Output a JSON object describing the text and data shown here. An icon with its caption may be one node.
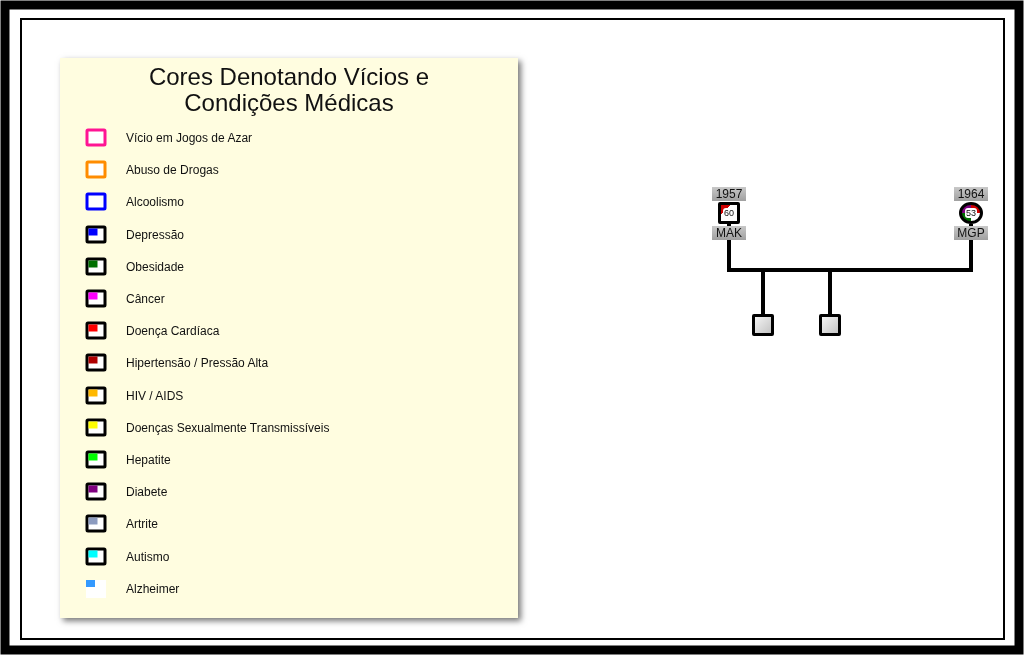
{
  "diagram": {
    "title": "Cores Denotando Vícios e Condições Médicas",
    "nodes": [
      {
        "text": [
          "60"
        ],
        "beside": [
          "1957",
          "MAK"
        ]
      },
      {
        "text": [
          "53"
        ],
        "beside": [
          "1964",
          "MGP"
        ]
      },
      {
        "text": [],
        "shape": "box"
      },
      {
        "text": [],
        "shape": "box"
      }
    ],
    "edges": [
      {
        "from": 0,
        "to": 1,
        "arrow": "none"
      },
      {
        "from": 0,
        "to": 2,
        "arrow": "none"
      },
      {
        "from": 0,
        "to": 3,
        "arrow": "none"
      },
      {
        "from": 1,
        "to": 2,
        "arrow": "none"
      },
      {
        "from": 1,
        "to": 3,
        "arrow": "none"
      }
    ],
    "legend": [
      {
        "text": "Vício em Jogos de Azar",
        "color": "#ff1493"
      },
      {
        "text": "Abuso de Drogas",
        "color": "#ff8c00"
      },
      {
        "text": "Alcoolismo",
        "color": "#0000ff"
      },
      {
        "text": "Depressão",
        "color": "#0000ff"
      },
      {
        "text": "Obesidade",
        "color": "#007000"
      },
      {
        "text": "Câncer",
        "color": "#ff00ff"
      },
      {
        "text": "Doença Cardíaca",
        "color": "#ff0000"
      },
      {
        "text": "Hipertensão / Pressão Alta",
        "color": "#b00000"
      },
      {
        "text": "HIV / AIDS",
        "color": "#ffb800"
      },
      {
        "text": "Doenças Sexualmente Transmissíveis",
        "color": "#ffff00"
      },
      {
        "text": "Hepatite",
        "color": "#00ff00"
      },
      {
        "text": "Diabete",
        "color": "#800080"
      },
      {
        "text": "Artrite",
        "color": "#8c9bbf"
      },
      {
        "text": "Autismo",
        "color": "#00ffff"
      },
      {
        "text": "Alzheimer",
        "color": "#3399ff"
      }
    ]
  }
}
